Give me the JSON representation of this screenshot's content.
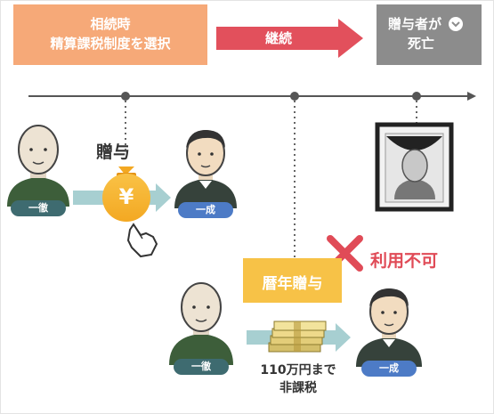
{
  "banners": {
    "left_line1": "相続時",
    "left_line2": "精算課税制度を選択",
    "middle": "継続",
    "right_line1": "贈与者が",
    "right_line2": "死亡"
  },
  "flow_top": {
    "gift_label": "贈与",
    "giver_badge": "一徹",
    "receiver_badge": "一成",
    "money_symbol": "¥"
  },
  "flow_bottom": {
    "annual_label": "暦年贈与",
    "unavailable_label": "利用不可",
    "giver_badge": "一徹",
    "receiver_badge": "一成",
    "tax_line1": "110万円まで",
    "tax_line2": "非課税"
  },
  "colors": {
    "orange_banner": "#f6a978",
    "red_arrow": "#e2505c",
    "gray_banner": "#8c8c8c",
    "yellow_label": "#f7c247",
    "teal_arrow": "#a7cfd1",
    "badge_dark_teal": "#3e6b70",
    "badge_blue": "#4d7bc6",
    "cross_red": "#e04b57"
  }
}
